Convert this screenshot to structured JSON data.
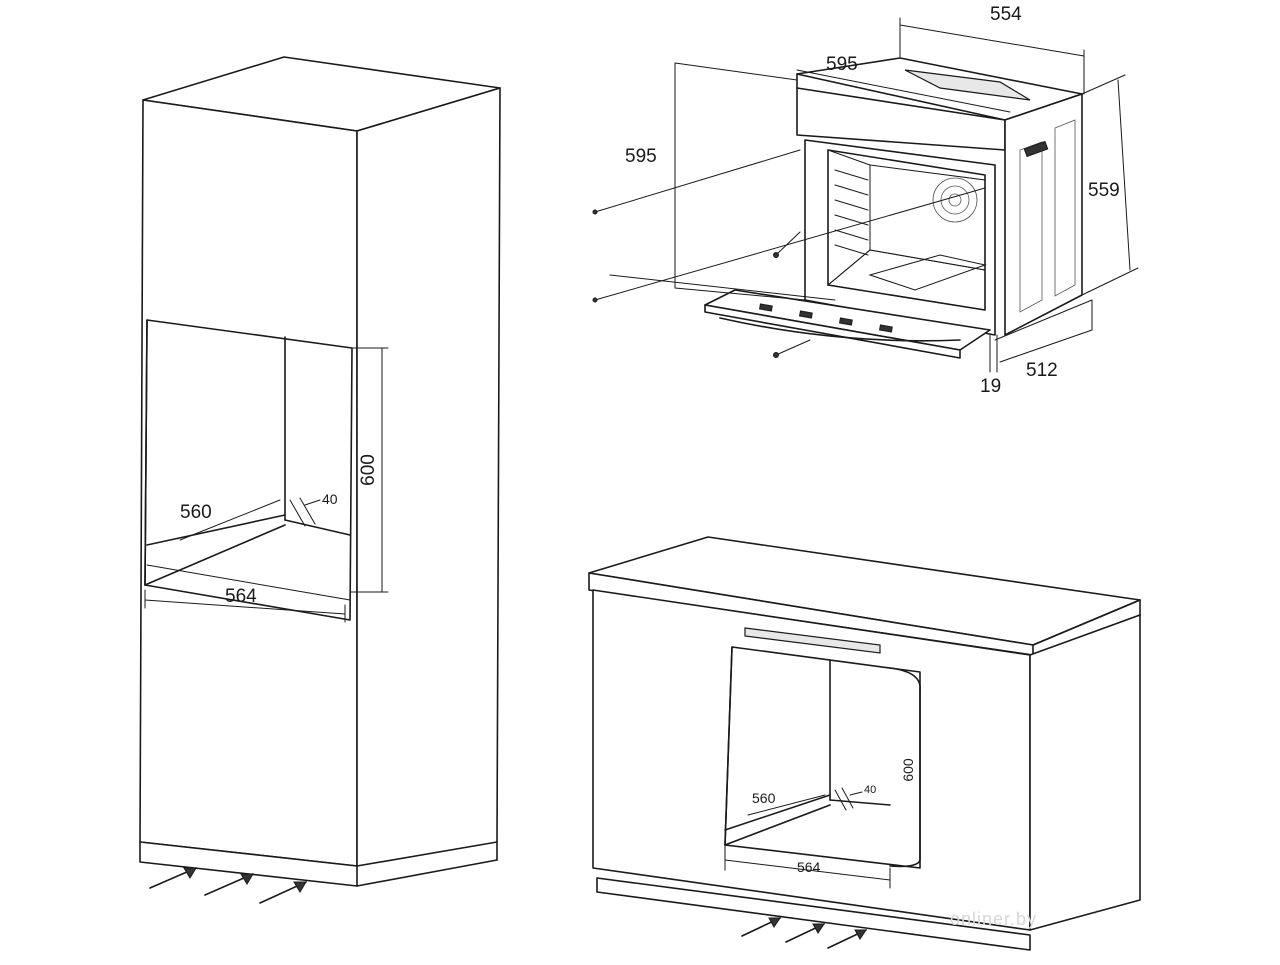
{
  "oven": {
    "top_width": "554",
    "front_width": "595",
    "front_height": "595",
    "side_height": "559",
    "depth": "512",
    "door_thickness": "19"
  },
  "tall_cabinet": {
    "niche_height": "600",
    "niche_width": "560",
    "vent_gap": "40",
    "opening_width": "564"
  },
  "base_cabinet": {
    "niche_height": "600",
    "niche_width": "560",
    "vent_gap": "40",
    "opening_width": "564"
  },
  "watermark": "onliner.by"
}
